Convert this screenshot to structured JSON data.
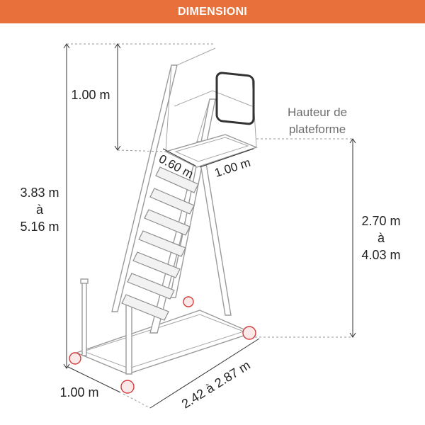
{
  "header": {
    "title": "DIMENSIONI"
  },
  "dimensions": {
    "total_height": {
      "line1": "3.83 m",
      "line2": "à",
      "line3": "5.16 m"
    },
    "guardrail_height": "1.00 m",
    "platform_depth": "0.60 m",
    "platform_width": "1.00 m",
    "platform_height_label": {
      "line1": "Hauteur de",
      "line2": "plateforme"
    },
    "platform_height": {
      "line1": "2.70 m",
      "line2": "à",
      "line3": "4.03 m"
    },
    "base_width": "1.00 m",
    "base_length": "2.42 à 2.87 m"
  },
  "colors": {
    "banner": "#e8703a",
    "wheel": "#d23c3c",
    "structure": "#9a9a9a"
  }
}
